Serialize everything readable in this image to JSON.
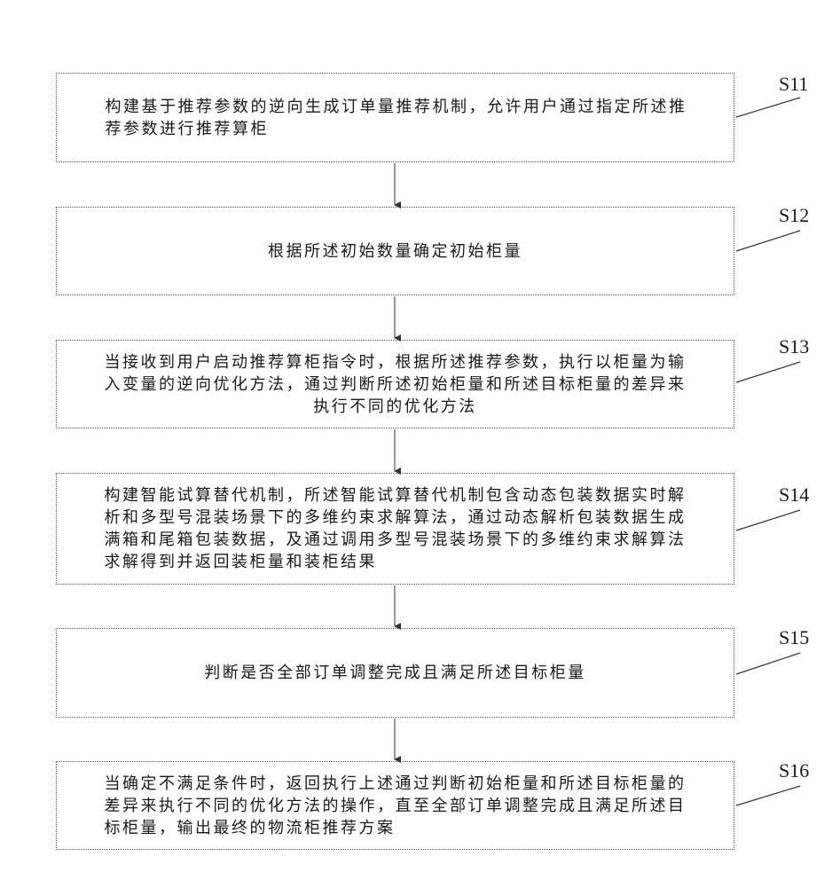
{
  "steps": [
    {
      "id": "S11",
      "text": "构建基于推荐参数的逆向生成订单量推荐机制，允许用户通过指定所述推\n荐参数进行推荐算柜"
    },
    {
      "id": "S12",
      "text": "根据所述初始数量确定初始柜量"
    },
    {
      "id": "S13",
      "text": "当接收到用户启动推荐算柜指令时，根据所述推荐参数，执行以柜量为输\n入变量的逆向优化方法，通过判断所述初始柜量和所述目标柜量的差异来\n执行不同的优化方法"
    },
    {
      "id": "S14",
      "text": "构建智能试算替代机制，所述智能试算替代机制包含动态包装数据实时解\n析和多型号混装场景下的多维约束求解算法，通过动态解析包装数据生成\n满箱和尾箱包装数据，及通过调用多型号混装场景下的多维约束求解算法\n求解得到并返回装柜量和装柜结果"
    },
    {
      "id": "S15",
      "text": "判断是否全部订单调整完成且满足所述目标柜量"
    },
    {
      "id": "S16",
      "text": "当确定不满足条件时，返回执行上述通过判断初始柜量和所述目标柜量的\n差异来执行不同的优化方法的操作，直至全部订单调整完成且满足所述目\n标柜量，输出最终的物流柜推荐方案"
    }
  ],
  "colors": {
    "line": "#333333",
    "border": "#555555"
  }
}
